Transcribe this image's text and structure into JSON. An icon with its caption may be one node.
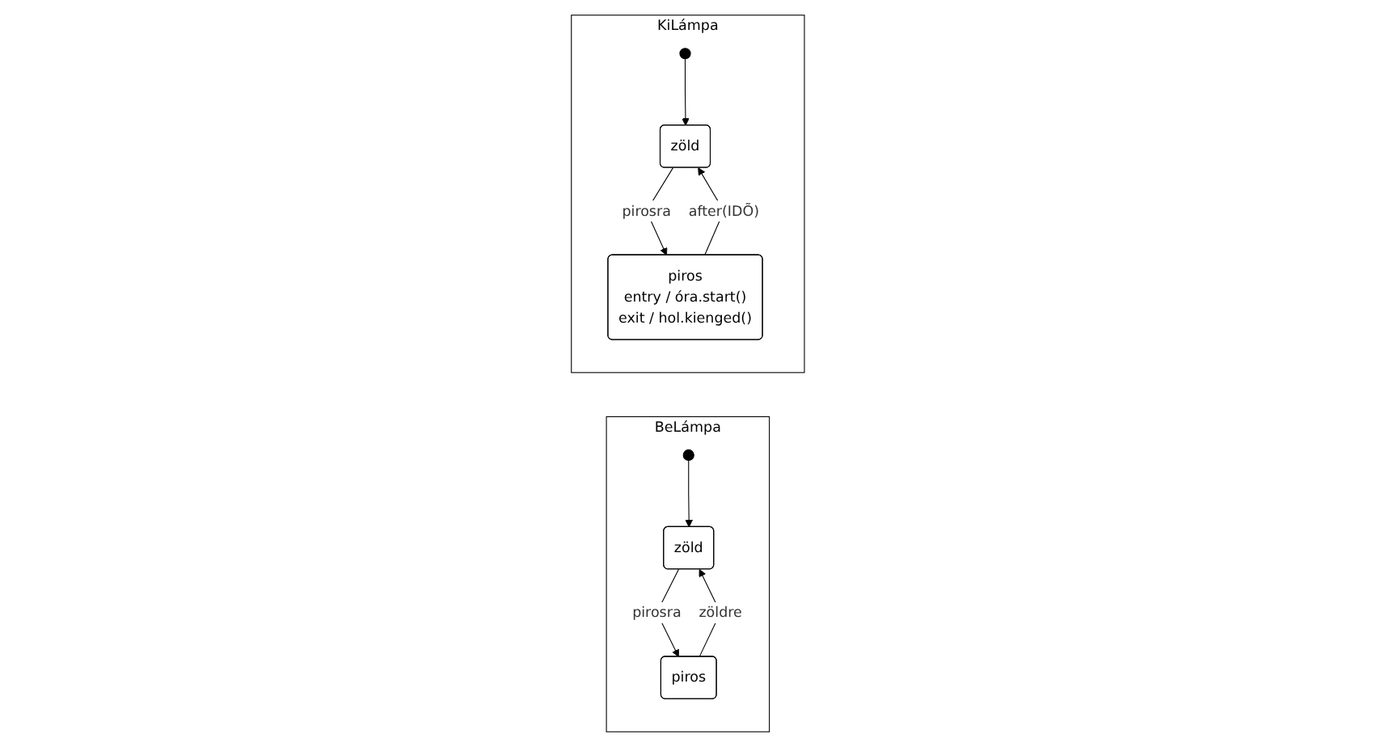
{
  "diagram": {
    "nodes": [
      {
        "text": [
          "BeLámpa"
        ]
      },
      {
        "text": [],
        "shape": "circle",
        "in": 0
      },
      {
        "text": [
          "zöld"
        ],
        "in": 0
      },
      {
        "text": [
          "piros"
        ],
        "in": 0
      },
      {
        "text": [
          "KiLámpa"
        ]
      },
      {
        "text": [],
        "shape": "circle",
        "in": 4
      },
      {
        "text": [
          "zöld"
        ],
        "in": 4
      },
      {
        "text": [
          "piros",
          "entry / óra.start()",
          "exit / hol.kienged()"
        ],
        "in": 4
      }
    ],
    "edges": [
      {
        "from": 1,
        "to": 2,
        "arrow": "to"
      },
      {
        "from": 2,
        "to": 3,
        "arrow": "to",
        "label": "pirosra"
      },
      {
        "from": 3,
        "to": 2,
        "arrow": "to",
        "label": "zöldre"
      },
      {
        "from": 5,
        "to": 6,
        "arrow": "to"
      },
      {
        "from": 6,
        "to": 7,
        "arrow": "to",
        "label": "pirosra"
      },
      {
        "from": 7,
        "to": 6,
        "arrow": "to",
        "label": "after(IDÕ)"
      }
    ]
  }
}
